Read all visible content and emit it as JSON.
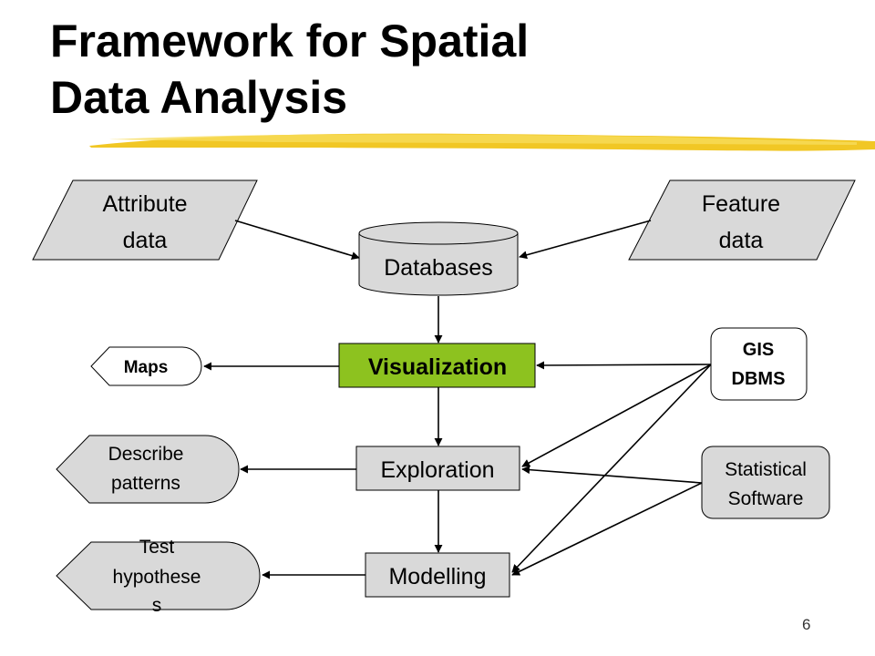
{
  "slide": {
    "title_line1": "Framework for Spatial",
    "title_line2": "Data Analysis",
    "page_number": "6",
    "accent_color": "#f0c419"
  },
  "nodes": {
    "attribute_data": {
      "line1": "Attribute",
      "line2": "data"
    },
    "feature_data": {
      "line1": "Feature",
      "line2": "data"
    },
    "databases": {
      "label": "Databases"
    },
    "visualization": {
      "label": "Visualization",
      "fill": "#8dc21f"
    },
    "exploration": {
      "label": "Exploration"
    },
    "modelling": {
      "label": "Modelling"
    },
    "maps": {
      "label": "Maps"
    },
    "describe_patterns": {
      "line1": "Describe",
      "line2": "patterns"
    },
    "test_hypotheses": {
      "line1": "Test",
      "line2": "hypothese",
      "line3": "s"
    },
    "gis_dbms": {
      "line1": "GIS",
      "line2": "DBMS"
    },
    "statistical_software": {
      "line1": "Statistical",
      "line2": "Software"
    }
  },
  "colors": {
    "node_fill": "#d9d9d9",
    "highlight_fill": "#8dc21f",
    "stroke": "#000000"
  }
}
